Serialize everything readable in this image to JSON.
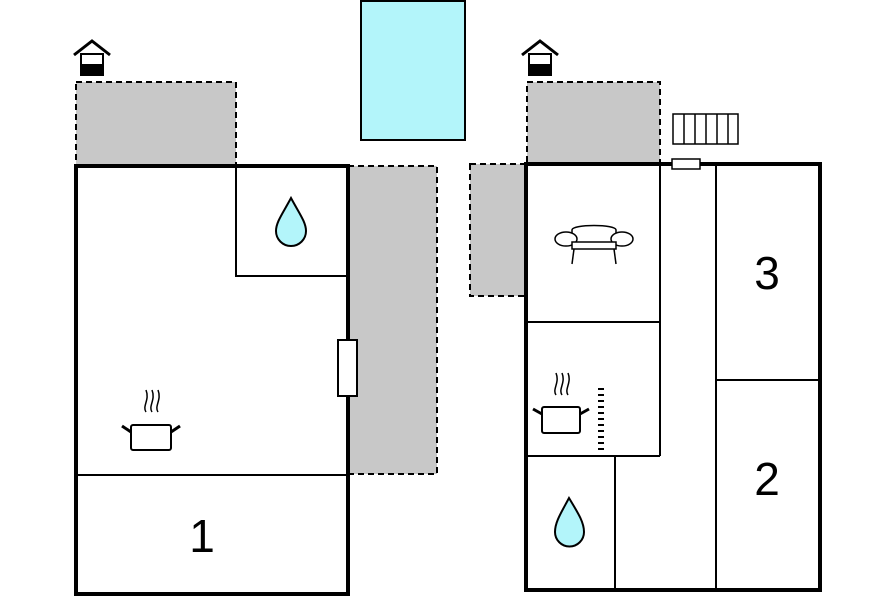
{
  "colors": {
    "wall": "#000000",
    "terrace": "#c8c8c8",
    "pool": "#b3f5fa",
    "water": "#b3f5fa",
    "background": "#ffffff"
  },
  "left_building": {
    "room_labels": [
      "1"
    ],
    "icons": [
      "house-entrance-icon",
      "water-drop-icon",
      "cooking-pot-icon"
    ]
  },
  "right_building": {
    "room_labels": [
      "3",
      "2"
    ],
    "icons": [
      "house-entrance-icon",
      "sofa-icon",
      "cooking-pot-icon",
      "water-drop-icon",
      "stairs-icon"
    ]
  },
  "pool": {
    "icon": "pool-icon"
  }
}
